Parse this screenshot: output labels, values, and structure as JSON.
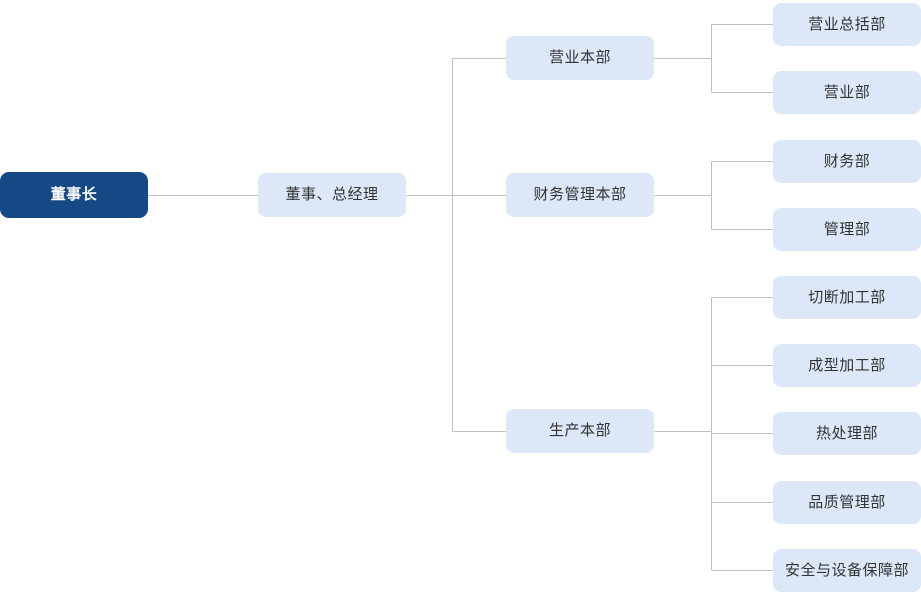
{
  "chart_data": {
    "type": "diagram",
    "diagram_kind": "organization-chart",
    "orientation": "left-to-right",
    "title": "",
    "colors": {
      "root_fill": "#164a87",
      "root_text": "#ffffff",
      "node_fill": "#dce8f8",
      "node_text": "#333333",
      "connector": "#c0c0c0",
      "background": "#ffffff"
    },
    "levels": 4,
    "nodes": [
      {
        "id": "n0",
        "label": "董事长",
        "level": 1,
        "parent": null
      },
      {
        "id": "n1",
        "label": "董事、总经理",
        "level": 2,
        "parent": "n0"
      },
      {
        "id": "n2",
        "label": "营业本部",
        "level": 3,
        "parent": "n1"
      },
      {
        "id": "n3",
        "label": "财务管理本部",
        "level": 3,
        "parent": "n1"
      },
      {
        "id": "n4",
        "label": "生产本部",
        "level": 3,
        "parent": "n1"
      },
      {
        "id": "n5",
        "label": "营业总括部",
        "level": 4,
        "parent": "n2"
      },
      {
        "id": "n6",
        "label": "营业部",
        "level": 4,
        "parent": "n2"
      },
      {
        "id": "n7",
        "label": "财务部",
        "level": 4,
        "parent": "n3"
      },
      {
        "id": "n8",
        "label": "管理部",
        "level": 4,
        "parent": "n3"
      },
      {
        "id": "n9",
        "label": "切断加工部",
        "level": 4,
        "parent": "n4"
      },
      {
        "id": "n10",
        "label": "成型加工部",
        "level": 4,
        "parent": "n4"
      },
      {
        "id": "n11",
        "label": "热处理部",
        "level": 4,
        "parent": "n4"
      },
      {
        "id": "n12",
        "label": "品质管理部",
        "level": 4,
        "parent": "n4"
      },
      {
        "id": "n13",
        "label": "安全与设备保障部",
        "level": 4,
        "parent": "n4"
      }
    ]
  },
  "chart": {
    "root": {
      "label": "董事长"
    },
    "executive": {
      "label": "董事、总经理"
    },
    "divisions": [
      {
        "label": "营业本部",
        "departments": [
          {
            "label": "营业总括部"
          },
          {
            "label": "营业部"
          }
        ]
      },
      {
        "label": "财务管理本部",
        "departments": [
          {
            "label": "财务部"
          },
          {
            "label": "管理部"
          }
        ]
      },
      {
        "label": "生产本部",
        "departments": [
          {
            "label": "切断加工部"
          },
          {
            "label": "成型加工部"
          },
          {
            "label": "热处理部"
          },
          {
            "label": "品质管理部"
          },
          {
            "label": "安全与设备保障部"
          }
        ]
      }
    ]
  }
}
